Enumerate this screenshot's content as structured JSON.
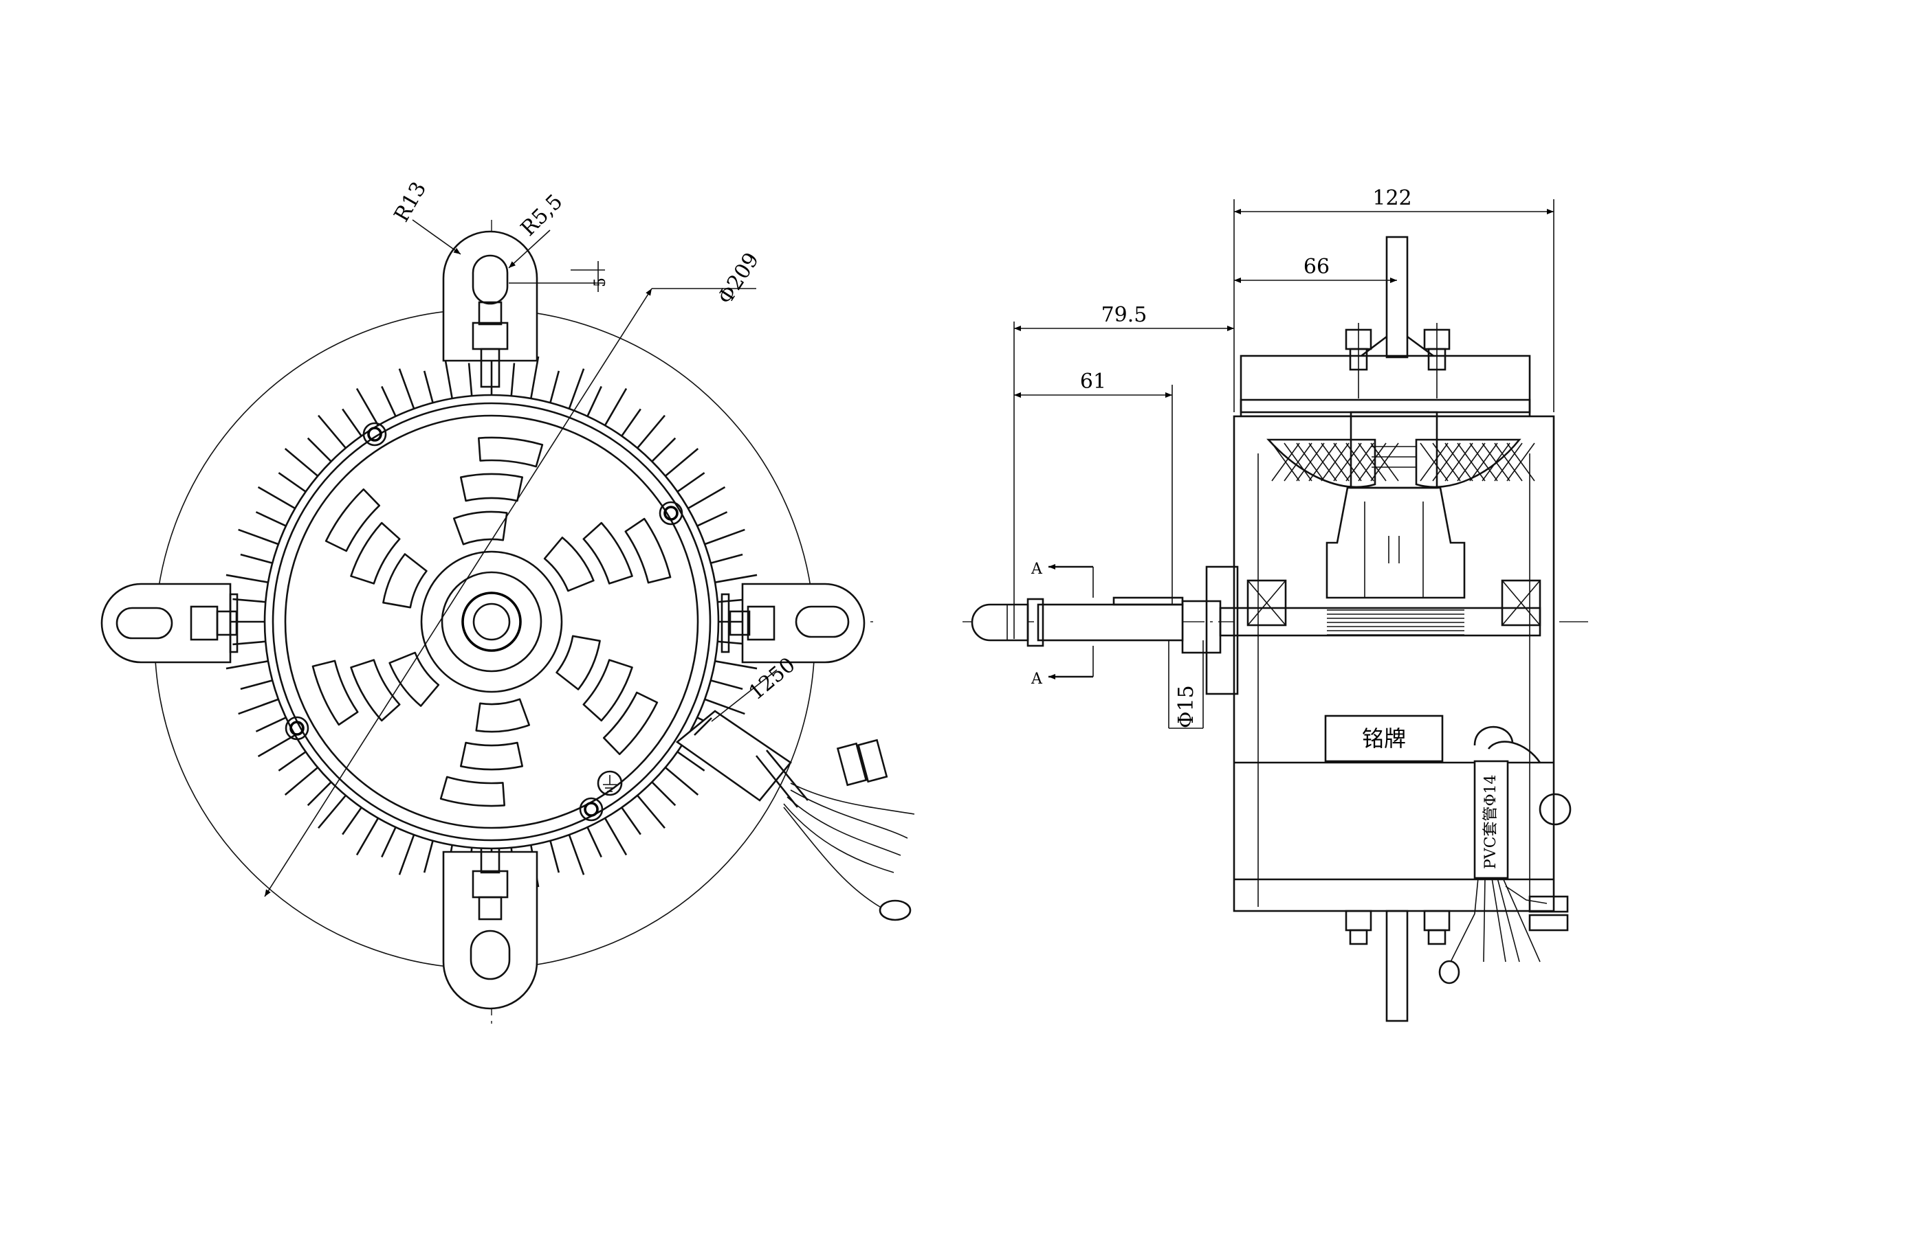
{
  "front_view": {
    "dim_r13": "R13",
    "dim_r55": "R5,5",
    "dim_5": "5",
    "dim_dia209": "Φ209",
    "dim_1250": "1250"
  },
  "side_view": {
    "dim_122": "122",
    "dim_66": "66",
    "dim_795": "79.5",
    "dim_61": "61",
    "dim_dia15": "Φ15",
    "section_a_top": "A",
    "section_a_bottom": "A",
    "nameplate_label": "铭牌",
    "sleeve_label": "PVC套管Φ14"
  }
}
